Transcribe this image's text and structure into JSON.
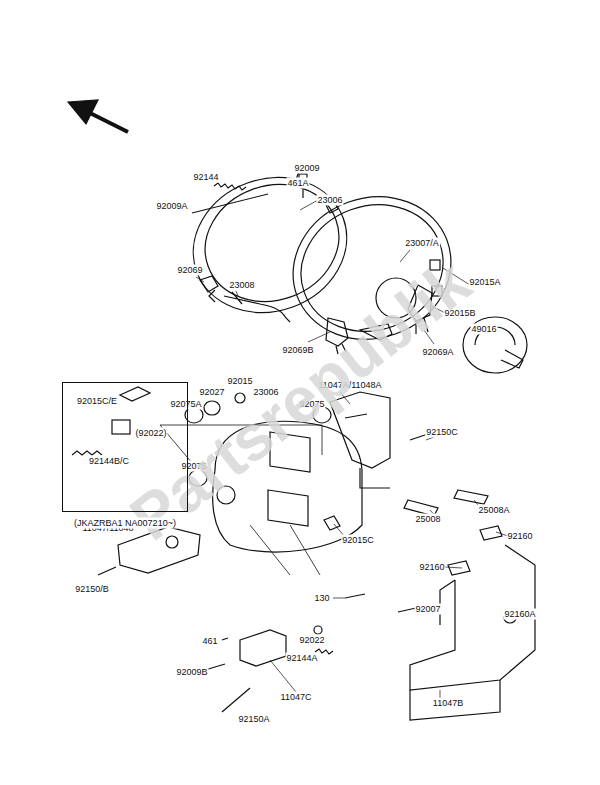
{
  "diagram": {
    "nodes": [
      {
        "text": [
          "92015C/E",
          "(92022)",
          "92144B/C",
          "(JKAZRBA1 NA007210~)"
        ]
      }
    ],
    "labels": [
      "92009A",
      "92144",
      "92009",
      "461A",
      "23006",
      "23007/A",
      "92015A",
      "92015B",
      "49016",
      "92069",
      "23008",
      "92069B",
      "92069A",
      "11047A/11048A",
      "92027",
      "92015",
      "23006",
      "92075A",
      "92075",
      "92150C",
      "25008A",
      "25008",
      "92160",
      "92075",
      "92015C",
      "11047/11048",
      "92150/B",
      "92160",
      "130",
      "92007",
      "92160A",
      "92022",
      "92144A",
      "461",
      "92009B",
      "11047C",
      "92150A",
      "11047B",
      "Partsrepublik"
    ]
  }
}
